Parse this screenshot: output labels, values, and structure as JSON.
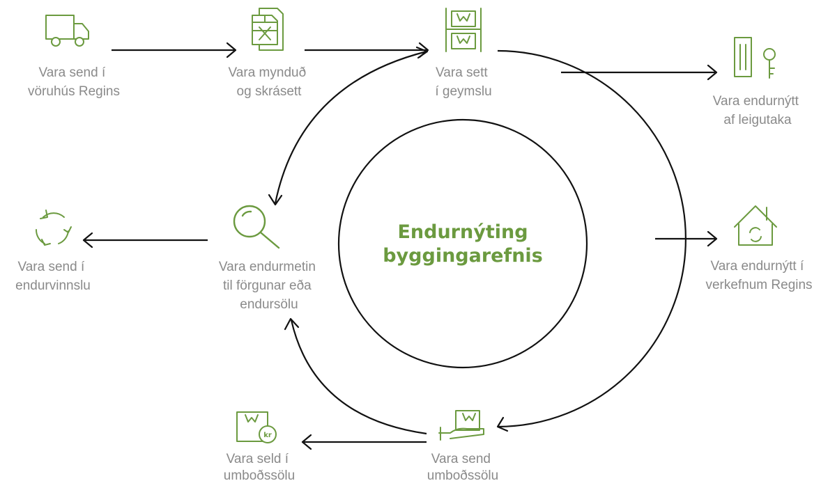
{
  "title": {
    "line1": "Endurnýting",
    "line2": "byggingarefnis"
  },
  "nodes": {
    "truck": {
      "line1": "Vara send í",
      "line2": "vöruhús Regins"
    },
    "document": {
      "line1": "Vara mynduð",
      "line2": "og skrásett"
    },
    "storage": {
      "line1": "Vara sett",
      "line2": "í geymslu"
    },
    "tenant": {
      "line1": "Vara endurnýtt",
      "line2": "af leigutaka"
    },
    "projects": {
      "line1": "Vara endurnýtt í",
      "line2": "verkefnum Regins"
    },
    "evaluate": {
      "line1": "Vara endurmetin",
      "line2": "til förgunar eða",
      "line3": "endursölu"
    },
    "recycle": {
      "line1": "Vara send í",
      "line2": "endurvinnslu"
    },
    "consign": {
      "line1": "Vara send",
      "line2": "umboðssölu"
    },
    "sold": {
      "line1": "Vara seld í",
      "line2": "umboðssölu"
    }
  },
  "icons": [
    "truck-icon",
    "spreadsheet-icon",
    "storage-boxes-icon",
    "building-key-icon",
    "house-recycle-icon",
    "magnifier-icon",
    "recycle-icon",
    "hand-box-icon",
    "box-kr-icon"
  ],
  "colors": {
    "accent": "#6b9a3f",
    "label": "#8a8a8a",
    "arrow": "#111111"
  }
}
